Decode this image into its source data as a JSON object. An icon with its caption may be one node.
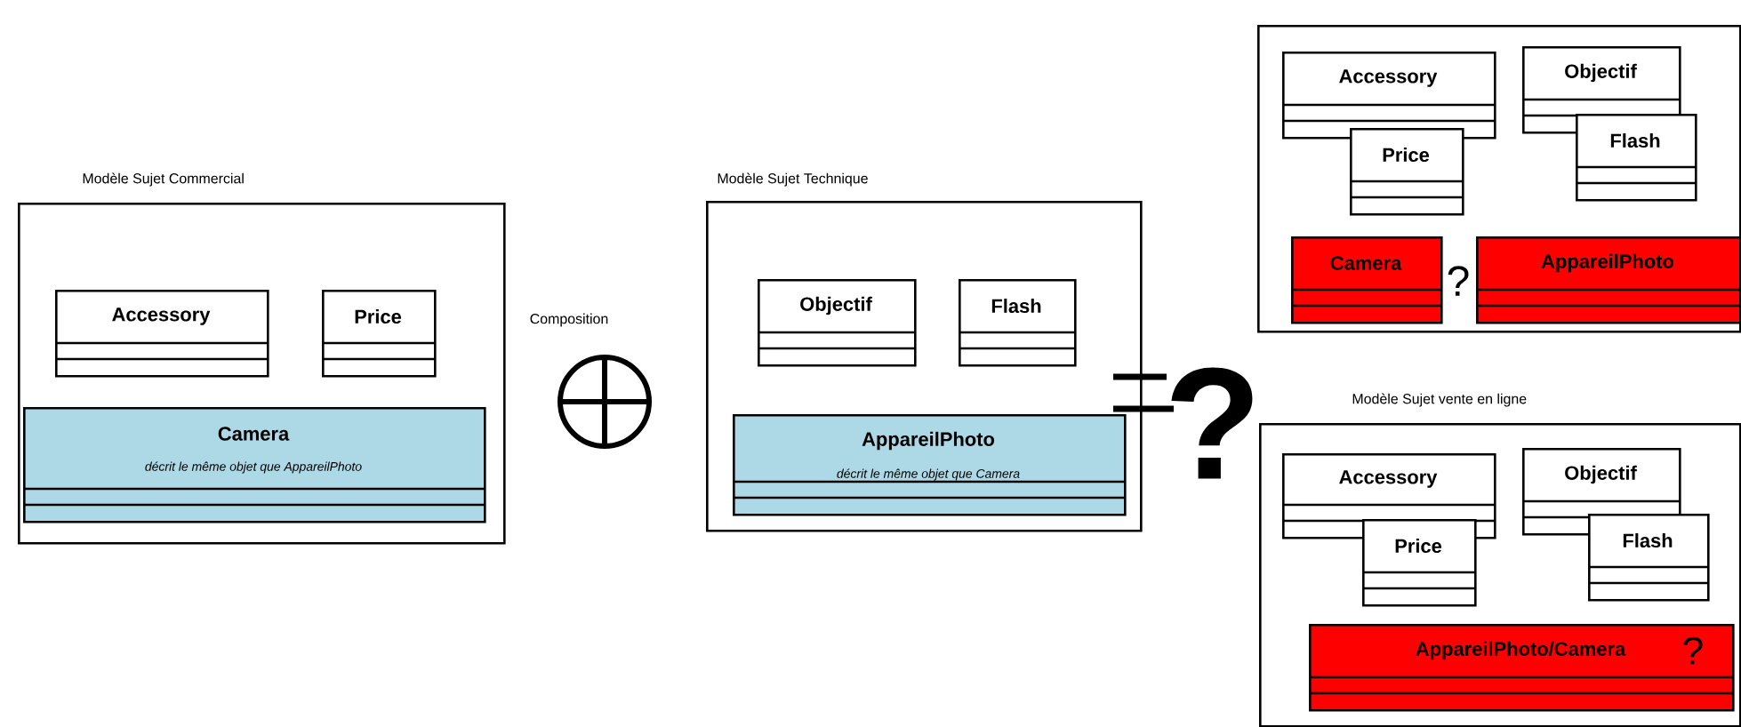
{
  "diagram": {
    "nodes": [
      {
        "text": [
          "Modèle Sujet Commercial"
        ]
      },
      {
        "text": [
          "Accessory"
        ],
        "in": 0
      },
      {
        "text": [
          "Price"
        ],
        "in": 0
      },
      {
        "text": [
          "Camera",
          "décrit le même objet que AppareilPhoto"
        ],
        "in": 0
      },
      {
        "text": [
          "Modèle Sujet Technique"
        ]
      },
      {
        "text": [
          "Objectif"
        ],
        "in": 4
      },
      {
        "text": [
          "Flash"
        ],
        "in": 4
      },
      {
        "text": [
          "AppareilPhoto",
          "décrit le même objet que Camera"
        ],
        "in": 4
      },
      {
        "text": [],
        "shape": "box"
      },
      {
        "text": [
          "Accessory"
        ],
        "in": 8
      },
      {
        "text": [
          "Price"
        ],
        "in": 8
      },
      {
        "text": [
          "Objectif"
        ],
        "in": 8
      },
      {
        "text": [
          "Flash"
        ],
        "in": 8
      },
      {
        "text": [
          "Camera"
        ],
        "in": 8
      },
      {
        "text": [
          "AppareilPhoto"
        ],
        "in": 8
      },
      {
        "text": [
          "Modèle Sujet vente en ligne"
        ]
      },
      {
        "text": [
          "Accessory"
        ],
        "in": 15
      },
      {
        "text": [
          "Price"
        ],
        "in": 15
      },
      {
        "text": [
          "Objectif"
        ],
        "in": 15
      },
      {
        "text": [
          "Flash"
        ],
        "in": 15
      },
      {
        "text": [
          "AppareilPhoto/Camera"
        ],
        "in": 15
      }
    ],
    "labels": [
      "Composition",
      "?",
      "?",
      "?"
    ]
  }
}
